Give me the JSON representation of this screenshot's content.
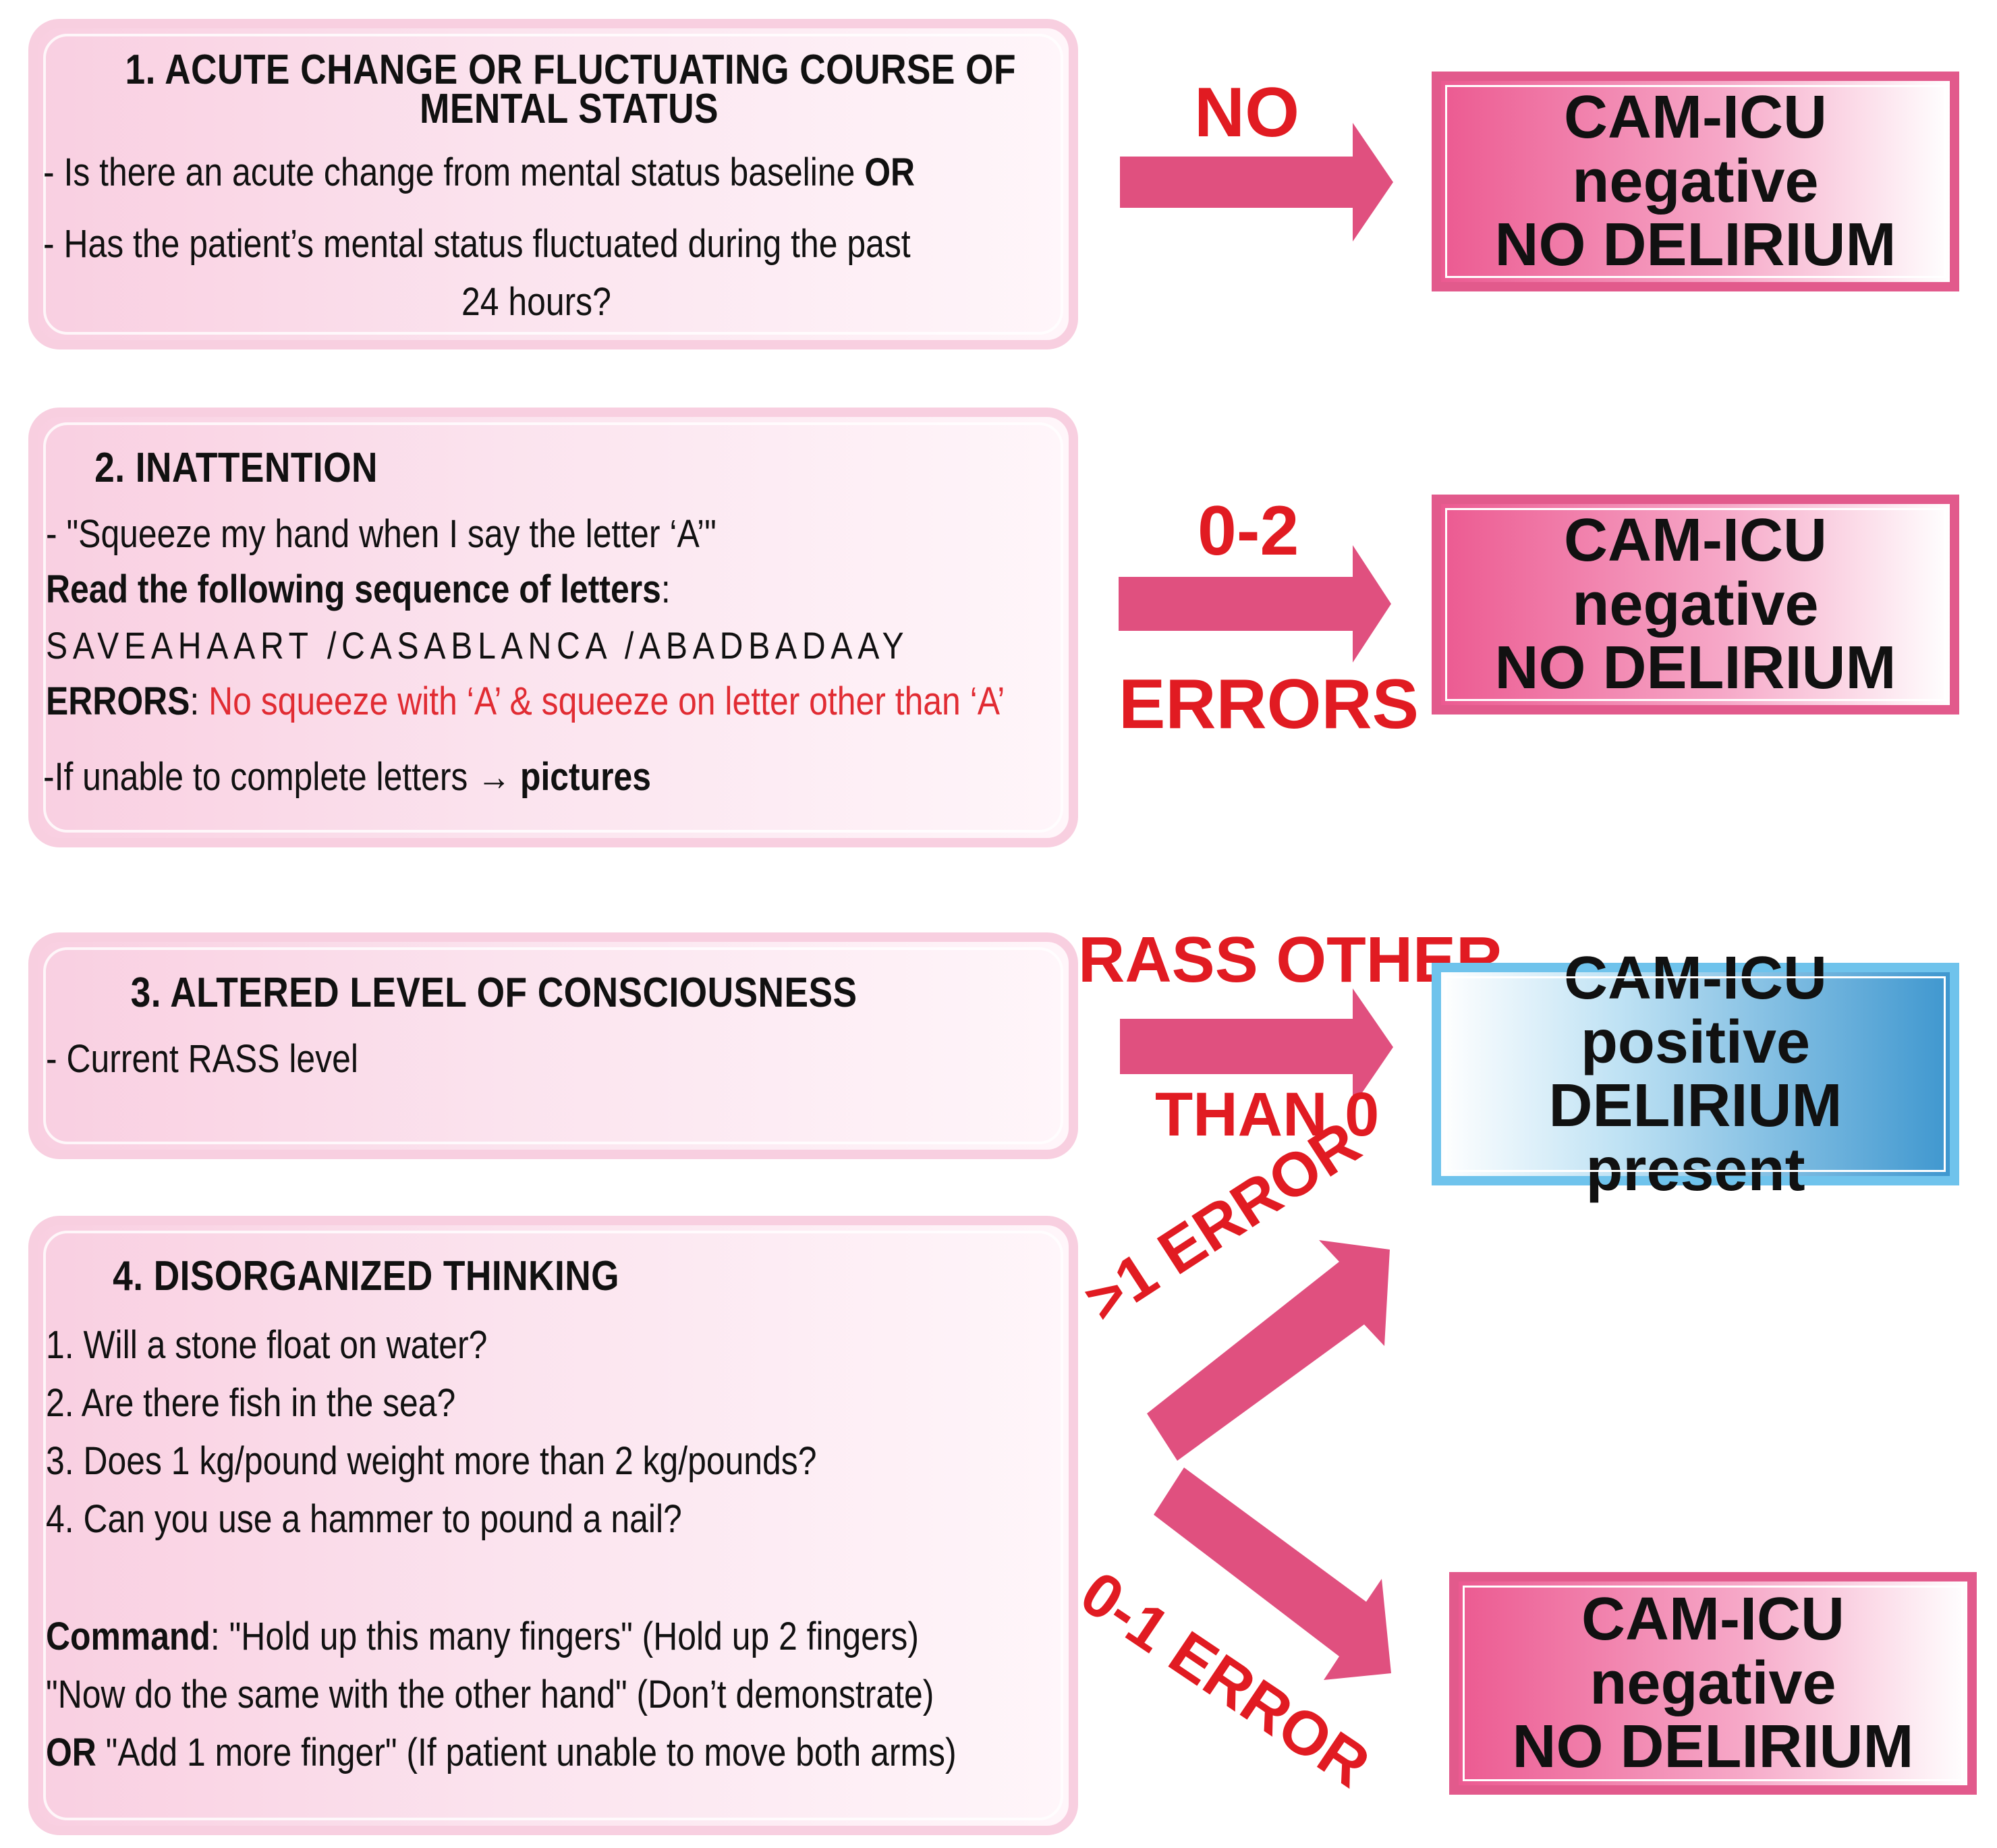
{
  "colors": {
    "arrow": "#e0507f",
    "label_red": "#e11b22",
    "box_border": "#f8cfe0",
    "negative_border": "#e25a8c",
    "positive_border": "#6fc3ec"
  },
  "step1": {
    "title_line1": "1. ACUTE CHANGE OR FLUCTUATING COURSE OF",
    "title_line2": "MENTAL STATUS",
    "q1": "- Is there an acute change from mental status baseline ",
    "q1_or": "OR",
    "q2_line1": "- Has the patient’s mental status fluctuated during the past",
    "q2_line2": "24 hours?"
  },
  "step2": {
    "title": "2. INATTENTION",
    "instruction": "- \"Squeeze my hand when I say the letter ‘A’\"",
    "read_label": "Read the following sequence of letters",
    "read_colon": ":",
    "sequence": "SAVEAHAART /CASABLANCA /ABADBADAAY",
    "errors_label": "ERRORS",
    "errors_colon": ": ",
    "errors_text": "No squeeze with ‘A’ & squeeze on letter other than ‘A’",
    "fallback": "-If unable to complete letters → ",
    "fallback_bold": "pictures"
  },
  "step3": {
    "title": "3. ALTERED LEVEL OF CONSCIOUSNESS",
    "item": "- Current RASS level"
  },
  "step4": {
    "title": "4. DISORGANIZED THINKING",
    "questions": [
      "1. Will a stone float on water?",
      "2. Are there fish in the sea?",
      "3. Does 1 kg/pound weight more than 2 kg/pounds?",
      "4. Can you use a hammer to pound a nail?"
    ],
    "command_label": "Command",
    "command_text": ": \"Hold up this many fingers\" (Hold up 2 fingers)",
    "command_line2": "\"Now do the same with the other hand\" (Don’t demonstrate)",
    "or_label": "OR",
    "command_line3": " \"Add 1 more finger\" (If patient unable to move both arms)"
  },
  "labels": {
    "no": "NO",
    "zero_two": "0-2",
    "errors": "ERRORS",
    "rass_other": "RASS OTHER",
    "than_zero": "THAN 0",
    "gt1_error": ">1 ERROR",
    "zero_one_error": "0-1 ERROR"
  },
  "results": {
    "negative_line1": "CAM-ICU negative",
    "negative_line2": "NO DELIRIUM",
    "positive_line1": "CAM-ICU positive",
    "positive_line2": "DELIRIUM present"
  }
}
